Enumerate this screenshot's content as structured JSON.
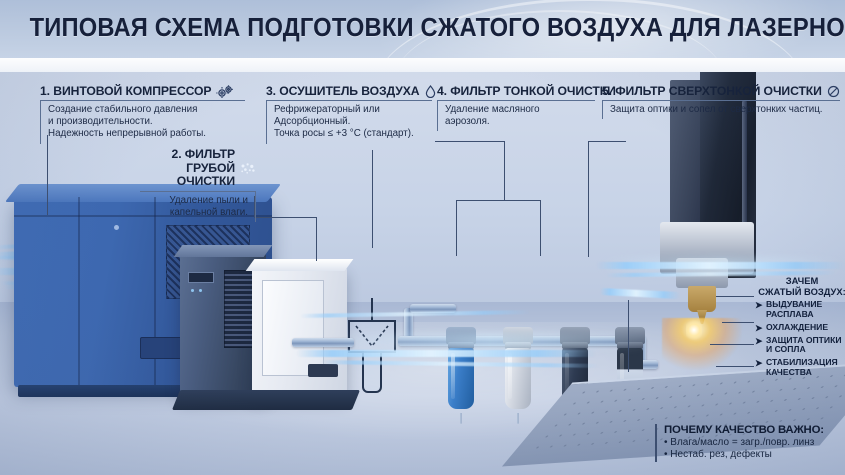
{
  "title": "ТИПОВАЯ СХЕМА ПОДГОТОВКИ СЖАТОГО ВОЗДУХА ДЛЯ ЛАЗЕРНОЙ РЕЗКИ",
  "colors": {
    "title_text": "#16203a",
    "header_band": "#b9c8de",
    "accent_line": "#5a6f92",
    "connector": "#3d4f70",
    "compressor_blue": "#3d68b0",
    "vessel_blue": "#3b7ec9",
    "vessel_light": "#d8dde5",
    "vessel_dark": "#2e3b52",
    "spark_orange": "#ffbe55",
    "airflow": "#9fd0f5"
  },
  "steps": [
    {
      "id": "step-1",
      "title": "1. ВИНТОВОЙ КОМПРЕССОР",
      "icon": "gears-icon",
      "lines": [
        "Создание стабильного давления",
        "и производительности.",
        "Надежность непрерывной работы."
      ]
    },
    {
      "id": "step-2",
      "title": "2. ФИЛЬТР ГРУБОЙ ОЧИСТКИ",
      "icon": "particles-icon",
      "lines": [
        "Удаление пыли и",
        "капельной влаги."
      ]
    },
    {
      "id": "step-3",
      "title": "3. ОСУШИТЕЛЬ ВОЗДУХА",
      "icon": "water-drop-icon",
      "lines": [
        "Рефрижераторный или",
        "Адсорбционный.",
        "Точка росы ≤ +3 °C (стандарт)."
      ]
    },
    {
      "id": "step-4",
      "title": "4. ФИЛЬТР ТОНКОЙ ОЧИСТКИ",
      "icon": "none",
      "lines": [
        "Удаление масляного",
        "аэрозоля."
      ]
    },
    {
      "id": "step-5",
      "title": "5. ФИЛЬТР СВЕРХТОНКОЙ ОЧИСТКИ",
      "icon": "circle-slash-icon",
      "lines": [
        "Защита оптики и сопел от сверхтонких частиц."
      ]
    }
  ],
  "why_air": {
    "heading_line1": "ЗАЧЕМ",
    "heading_line2": "СЖАТЫЙ ВОЗДУХ:",
    "items": [
      "ВЫДУВАНИЕ РАСПЛАВА",
      "ОХЛАЖДЕНИЕ",
      "ЗАЩИТА ОПТИКИ И СОПЛА",
      "СТАБИЛИЗАЦИЯ КАЧЕСТВА"
    ],
    "arrow_glyph": "➤"
  },
  "quality": {
    "heading": "ПОЧЕМУ КАЧЕСТВО ВАЖНО:",
    "items": [
      "• Влага/масло = загр./повр. линз",
      "• Нестаб. рез, дефекты"
    ]
  },
  "equipment": {
    "compressor": "screw-compressor",
    "dryer_cabinet": "air-dryer-cabinet",
    "white_cabinet": "receiver-cabinet",
    "dryer_symbol": "dryer-schematic-symbol",
    "vessels": [
      {
        "name": "coarse-filter-vessel",
        "color": "#3b7ec9"
      },
      {
        "name": "fine-filter-vessel",
        "color": "#d5dae3"
      },
      {
        "name": "ultrafine-filter-vessel",
        "color": "#2e3b52"
      },
      {
        "name": "final-filter-vessel",
        "color": "#2b3749"
      }
    ],
    "laser_head": "laser-cutting-head",
    "cutting_table": "cutting-table-plate"
  }
}
